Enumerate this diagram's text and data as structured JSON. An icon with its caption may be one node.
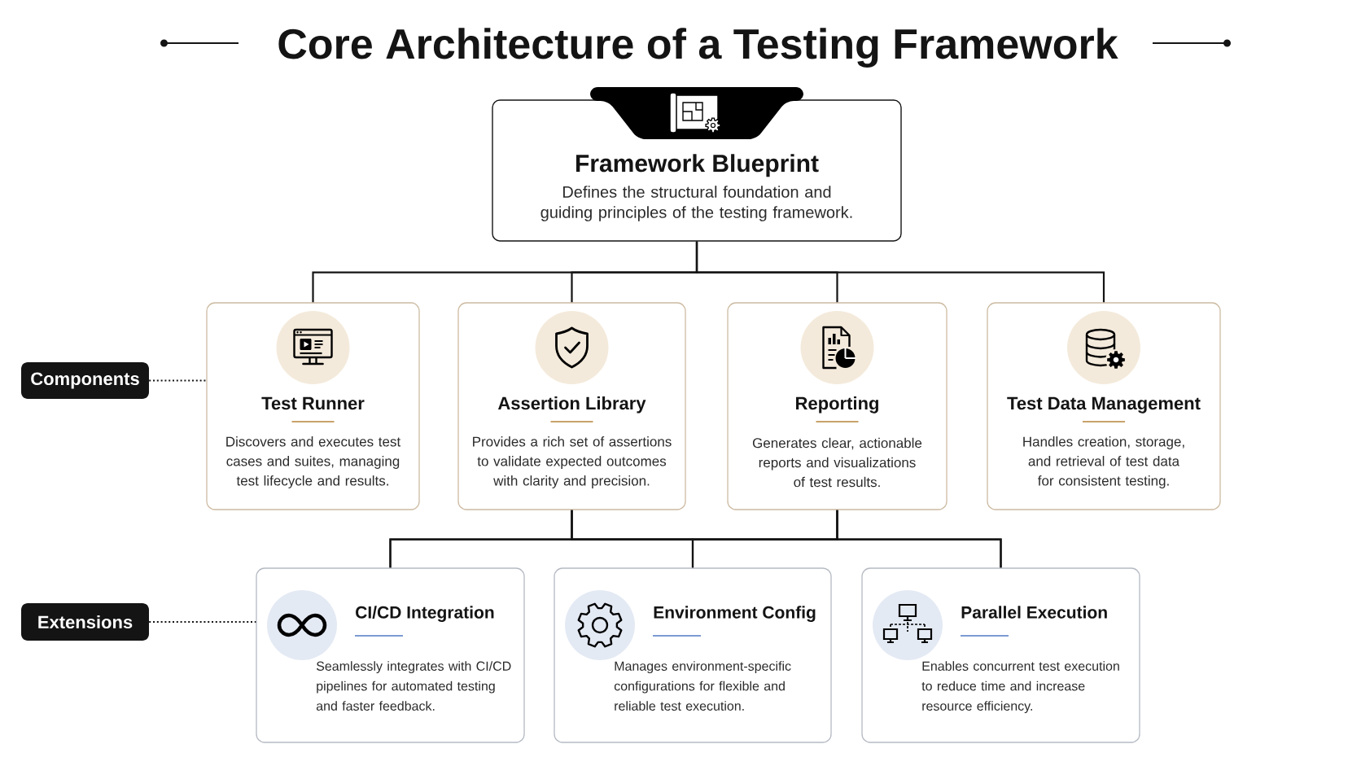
{
  "diagram": {
    "title": "Core Architecture of a Testing Framework",
    "nodes": [
      {
        "text": [
          "Framework Blueprint",
          "Defines the structural foundation and guiding principles of the testing framework."
        ]
      },
      {
        "text": [
          "Components"
        ]
      },
      {
        "text": [
          "Test Runner",
          "Discovers and executes test cases and suites, managing test lifecycle and results."
        ]
      },
      {
        "text": [
          "Assertion Library",
          "Provides a rich set of assertions to validate expected outcomes with clarity and precision."
        ]
      },
      {
        "text": [
          "Reporting",
          "Generates clear, actionable reports and visualizations of test results."
        ]
      },
      {
        "text": [
          "Test Data Management",
          "Handles creation, storage, and retrieval of test data for consistent testing."
        ]
      },
      {
        "text": [
          "Extensions"
        ]
      },
      {
        "text": [
          "CI/CD Integration",
          "Seamlessly integrates with CI/CD pipelines for automated testing and faster feedback."
        ]
      },
      {
        "text": [
          "Environment Config",
          "Manages environment-specific configurations for flexible and reliable test execution."
        ]
      },
      {
        "text": [
          "Parallel Execution",
          "Enables concurrent test execution to reduce time and increase resource efficiency."
        ]
      }
    ],
    "edges": [
      {
        "from": 0,
        "to": 2,
        "arrow": "none"
      },
      {
        "from": 0,
        "to": 3,
        "arrow": "none"
      },
      {
        "from": 0,
        "to": 4,
        "arrow": "none"
      },
      {
        "from": 0,
        "to": 5,
        "arrow": "none"
      },
      {
        "from": 3,
        "to": 7,
        "arrow": "none"
      },
      {
        "from": 3,
        "to": 8,
        "arrow": "none"
      },
      {
        "from": 3,
        "to": 9,
        "arrow": "none"
      },
      {
        "from": 4,
        "to": 7,
        "arrow": "none"
      },
      {
        "from": 4,
        "to": 8,
        "arrow": "none"
      },
      {
        "from": 4,
        "to": 9,
        "arrow": "none"
      },
      {
        "from": 1,
        "to": 2,
        "arrow": "none",
        "style": "dashed"
      },
      {
        "from": 6,
        "to": 7,
        "arrow": "none",
        "style": "dashed"
      }
    ]
  }
}
